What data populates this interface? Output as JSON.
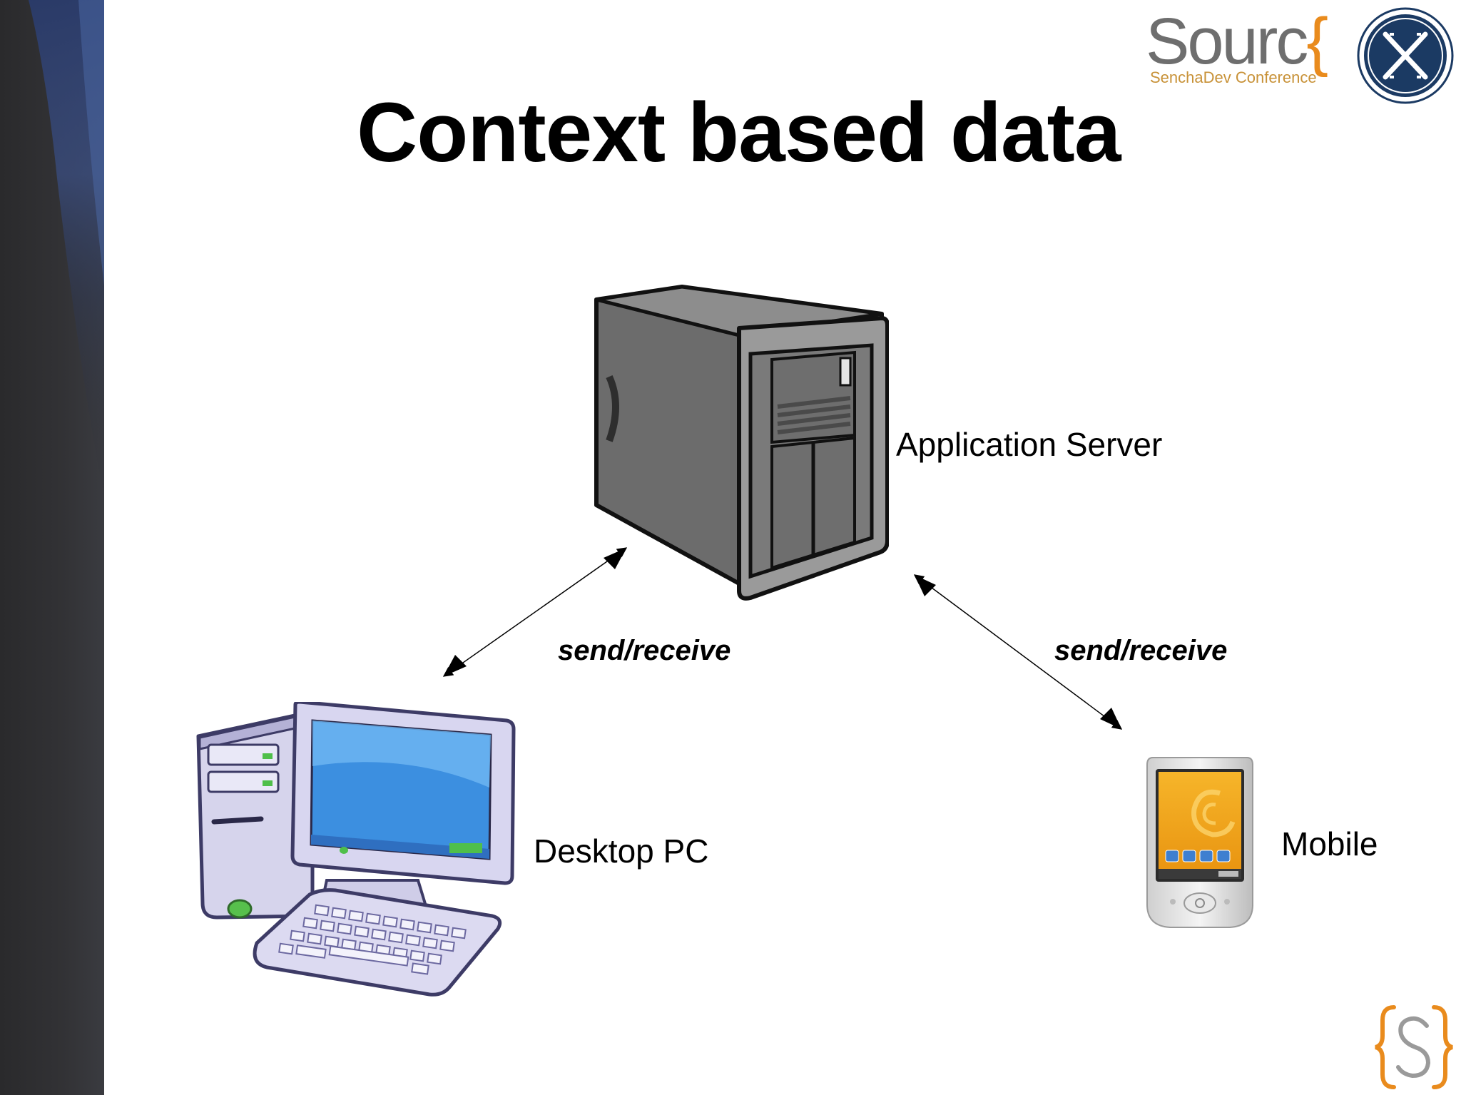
{
  "slide": {
    "title": "Context based data"
  },
  "branding": {
    "logo_text": "Sourc",
    "logo_brace": "{",
    "logo_subtitle": "SenchaDev Conference"
  },
  "nodes": {
    "server": {
      "label": "Application Server"
    },
    "desktop": {
      "label": "Desktop PC"
    },
    "mobile": {
      "label": "Mobile"
    }
  },
  "edges": [
    {
      "from": "server",
      "to": "desktop",
      "label": "send/receive"
    },
    {
      "from": "server",
      "to": "mobile",
      "label": "send/receive"
    }
  ],
  "colors": {
    "accent_orange": "#e98b1d",
    "logo_navy": "#1b3a63",
    "sidebar": "#2f2f32"
  }
}
